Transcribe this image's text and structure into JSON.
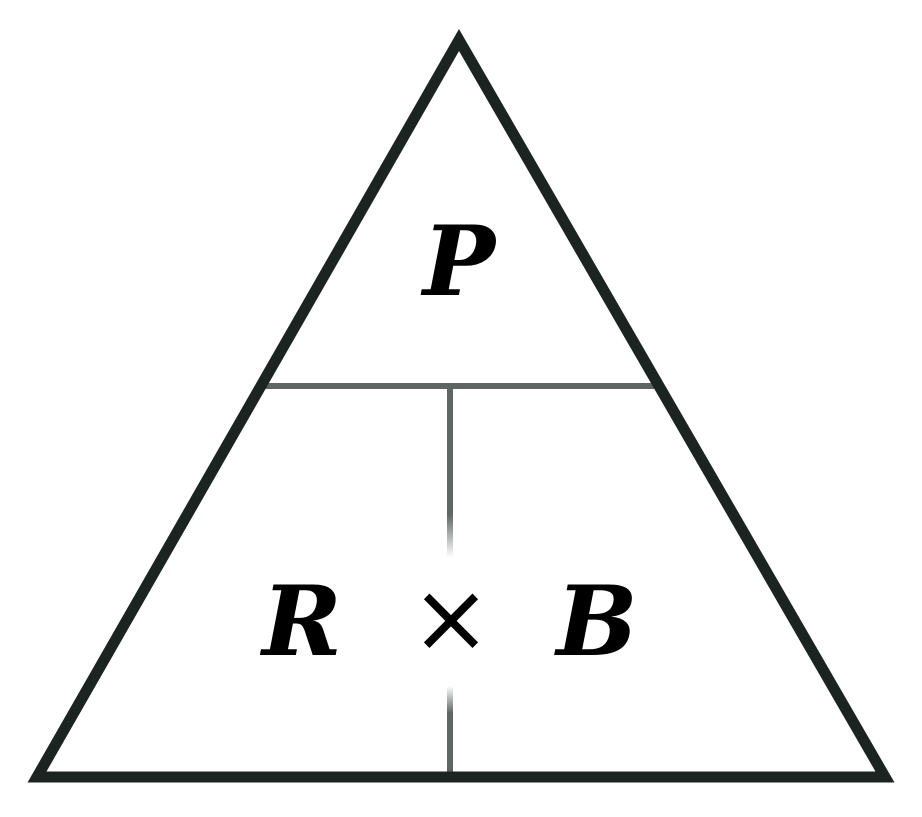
{
  "diagram": {
    "type": "formula-triangle",
    "top": {
      "label": "P"
    },
    "bottom_left": {
      "label": "R"
    },
    "bottom_right": {
      "label": "B"
    },
    "operator": {
      "label": "×",
      "meaning": "multiply"
    },
    "colors": {
      "outline": "#1b2420",
      "divider": "#5f6562",
      "text": "#000000",
      "background": "#ffffff"
    }
  }
}
